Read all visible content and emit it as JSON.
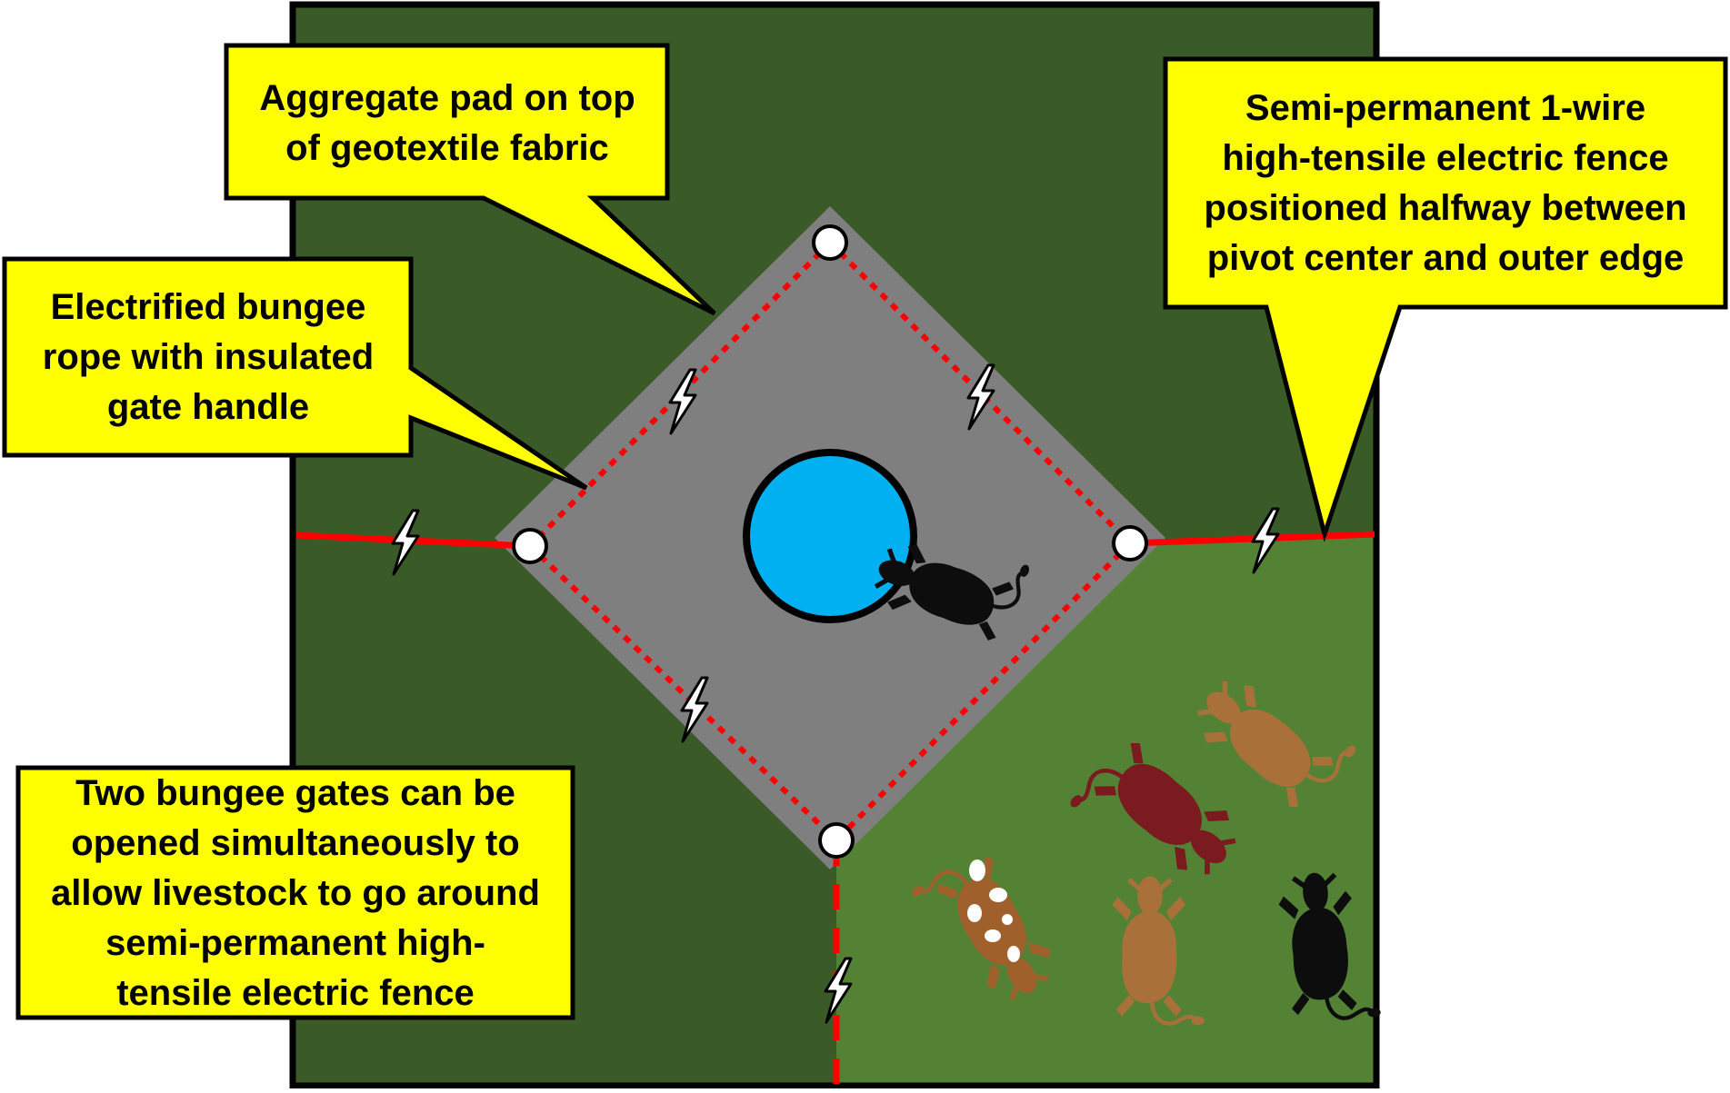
{
  "diagram": {
    "callouts": {
      "aggregate_pad": [
        "Aggregate pad on top",
        "of geotextile fabric"
      ],
      "bungee_rope": [
        "Electrified bungee",
        "rope with insulated",
        "gate handle"
      ],
      "semi_permanent_fence": [
        "Semi-permanent 1-wire",
        "high-tensile electric fence",
        "positioned halfway between",
        "pivot center and outer edge"
      ],
      "bungee_gates": [
        "Two bungee gates can be",
        "opened simultaneously to",
        "allow livestock to go around",
        "semi-permanent high-",
        "tensile electric fence"
      ]
    },
    "icons": [
      "electric-bolt-icon",
      "cow-icon",
      "water-tank-icon",
      "gate-handle-icon"
    ],
    "colors": {
      "dark_pasture": "#3a5a27",
      "light_pasture": "#548235",
      "pad": "#7f7f7f",
      "water": "#00b0f0",
      "fence": "#ff0000",
      "callout": "#ffff00",
      "cow_black": "#0d0d0d",
      "cow_tan": "#a9703a",
      "cow_maroon": "#7b1a1f",
      "cow_spotted": "#a0602c"
    }
  }
}
